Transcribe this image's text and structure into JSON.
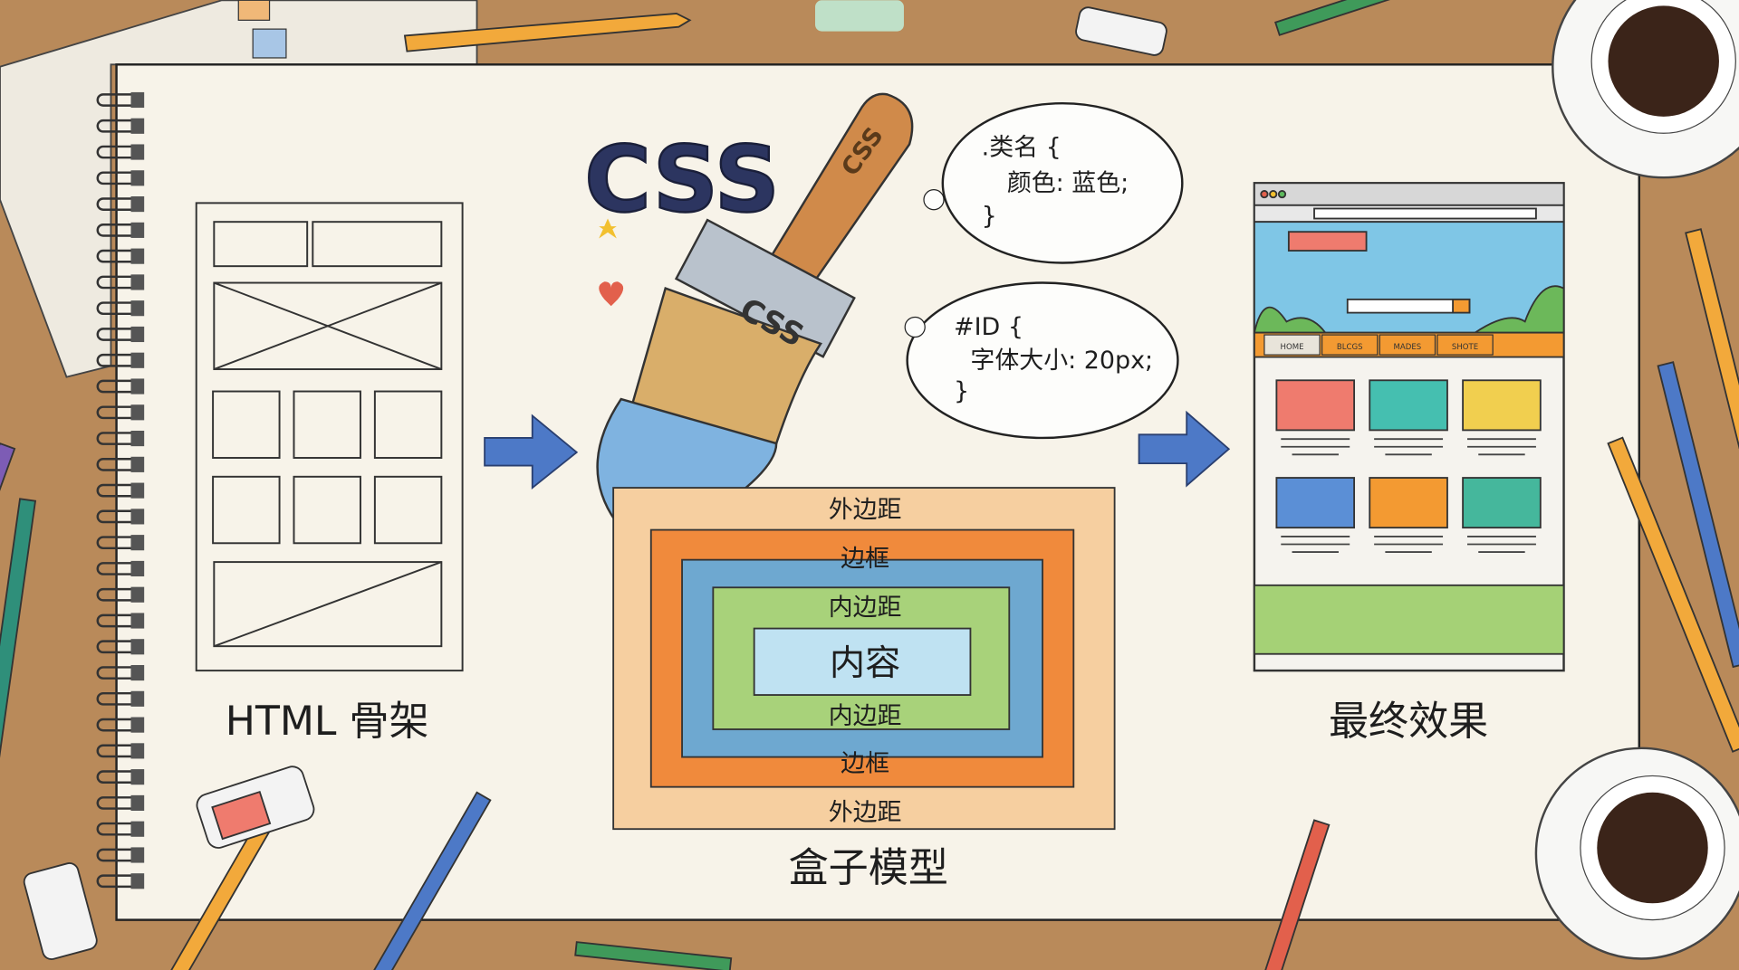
{
  "title_css": "CSS",
  "brush_labels": [
    "CSS",
    "CSS"
  ],
  "sections": {
    "html": {
      "label": "HTML 骨架"
    },
    "box_model": {
      "label": "盒子模型",
      "layers": {
        "margin_top": "外边距",
        "border_top": "边框",
        "padding_top": "内边距",
        "content": "内容",
        "padding_bottom": "内边距",
        "border_bottom": "边框",
        "margin_bottom": "外边距"
      }
    },
    "result": {
      "label": "最终效果"
    }
  },
  "bubbles": {
    "class_rule": {
      "selector": ".类名 {",
      "declaration": "颜色: 蓝色;",
      "close": "}"
    },
    "id_rule": {
      "selector": "#ID {",
      "declaration": "字体大小: 20px;",
      "close": "}"
    }
  },
  "browser_mockup": {
    "nav": [
      "HOME",
      "BLCGS",
      "MADES",
      "SHOTE"
    ],
    "card_colors": [
      "#ef7b6e",
      "#45bfb0",
      "#f1cf4f",
      "#5b8fd6",
      "#f39a32",
      "#45b79c"
    ]
  },
  "colors": {
    "wood": "#b98a5a",
    "paper": "#f7f3e9",
    "margin": "#f6cfa0",
    "border": "#f08a3c",
    "padding_outer": "#6ea8d0",
    "padding": "#a8d27a",
    "content": "#bfe2f2",
    "arrow": "#4d79c7",
    "css_title": "#2c3560"
  }
}
